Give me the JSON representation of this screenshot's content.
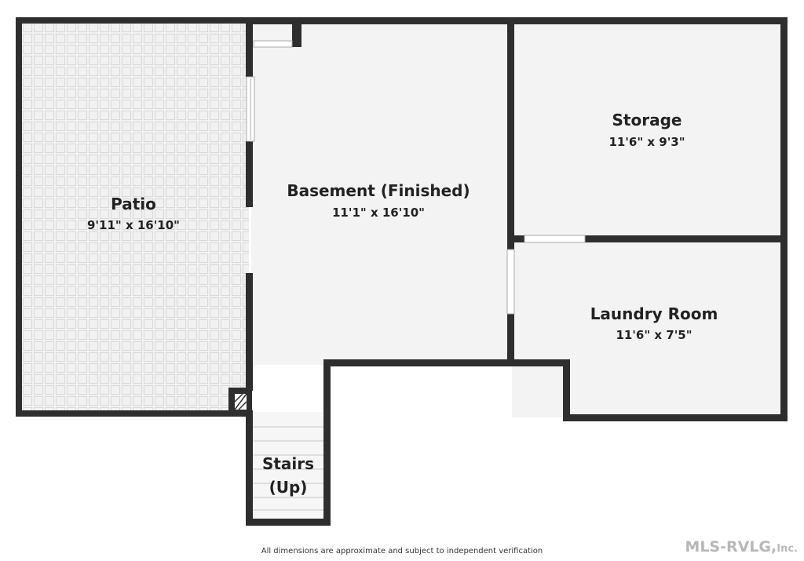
{
  "rooms": {
    "patio": {
      "name": "Patio",
      "dims": "9'11\" x 16'10\""
    },
    "basement": {
      "name": "Basement (Finished)",
      "dims": "11'1\" x 16'10\""
    },
    "storage": {
      "name": "Storage",
      "dims": "11'6\" x 9'3\""
    },
    "laundry": {
      "name": "Laundry Room",
      "dims": "11'6\" x 7'5\""
    },
    "stairs": {
      "name_line1": "Stairs",
      "name_line2": "(Up)"
    }
  },
  "footer": {
    "disclaimer": "All dimensions are approximate and subject to independent verification",
    "watermark": "MLS-RVLG,",
    "watermark_suffix": "Inc."
  },
  "colors": {
    "wall": "#2e2e2e",
    "floor": "#f3f3f3",
    "patio_tile": "#e6e6e6"
  }
}
